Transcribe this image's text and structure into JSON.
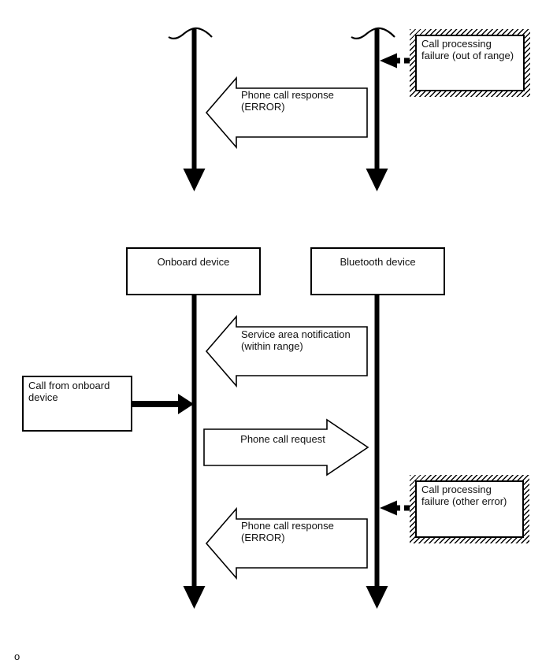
{
  "diagram": {
    "footnote": "o",
    "top_sequence": {
      "failure_box_label": "Call processing failure (out of range)",
      "response_arrow_label": "Phone call response (ERROR)"
    },
    "bottom_sequence": {
      "onboard_box_label": "Onboard device",
      "bluetooth_box_label": "Bluetooth device",
      "service_arrow_label": "Service area notification (within range)",
      "call_from_box_label": "Call from onboard device",
      "request_arrow_label": "Phone call request",
      "failure_box_label": "Call processing failure (other error)",
      "response_arrow_label": "Phone call response (ERROR)"
    },
    "colors": {
      "line": "#000000",
      "background": "#ffffff"
    }
  }
}
